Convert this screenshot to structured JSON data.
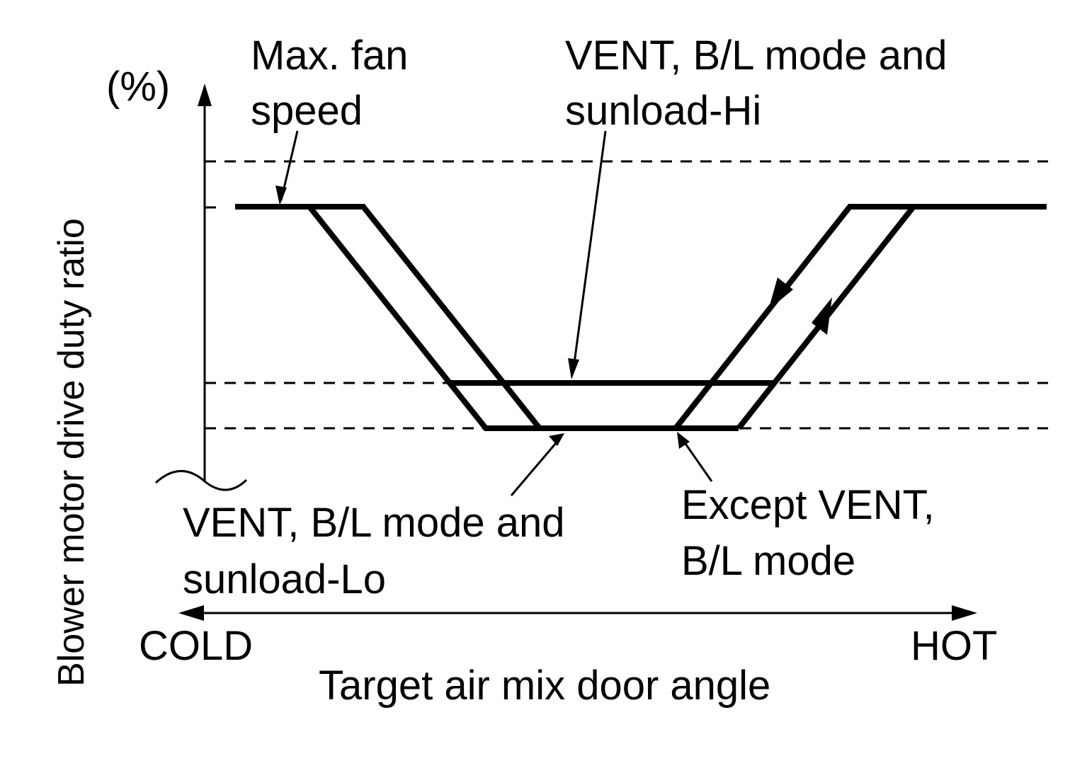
{
  "diagram": {
    "y_axis_label": "Blower motor drive duty ratio",
    "y_unit": "(%)",
    "x_axis_label": "Target air mix door angle",
    "x_left": "COLD",
    "x_right": "HOT",
    "annotations": {
      "max_fan_line1": "Max. fan",
      "max_fan_line2": "speed",
      "sun_hi_line1": "VENT, B/L mode and",
      "sun_hi_line2": "sunload-Hi",
      "sun_lo_line1": "VENT, B/L mode and",
      "sun_lo_line2": "sunload-Lo",
      "except_line1": "Except VENT,",
      "except_line2": "B/L mode"
    },
    "color": "#000000"
  }
}
